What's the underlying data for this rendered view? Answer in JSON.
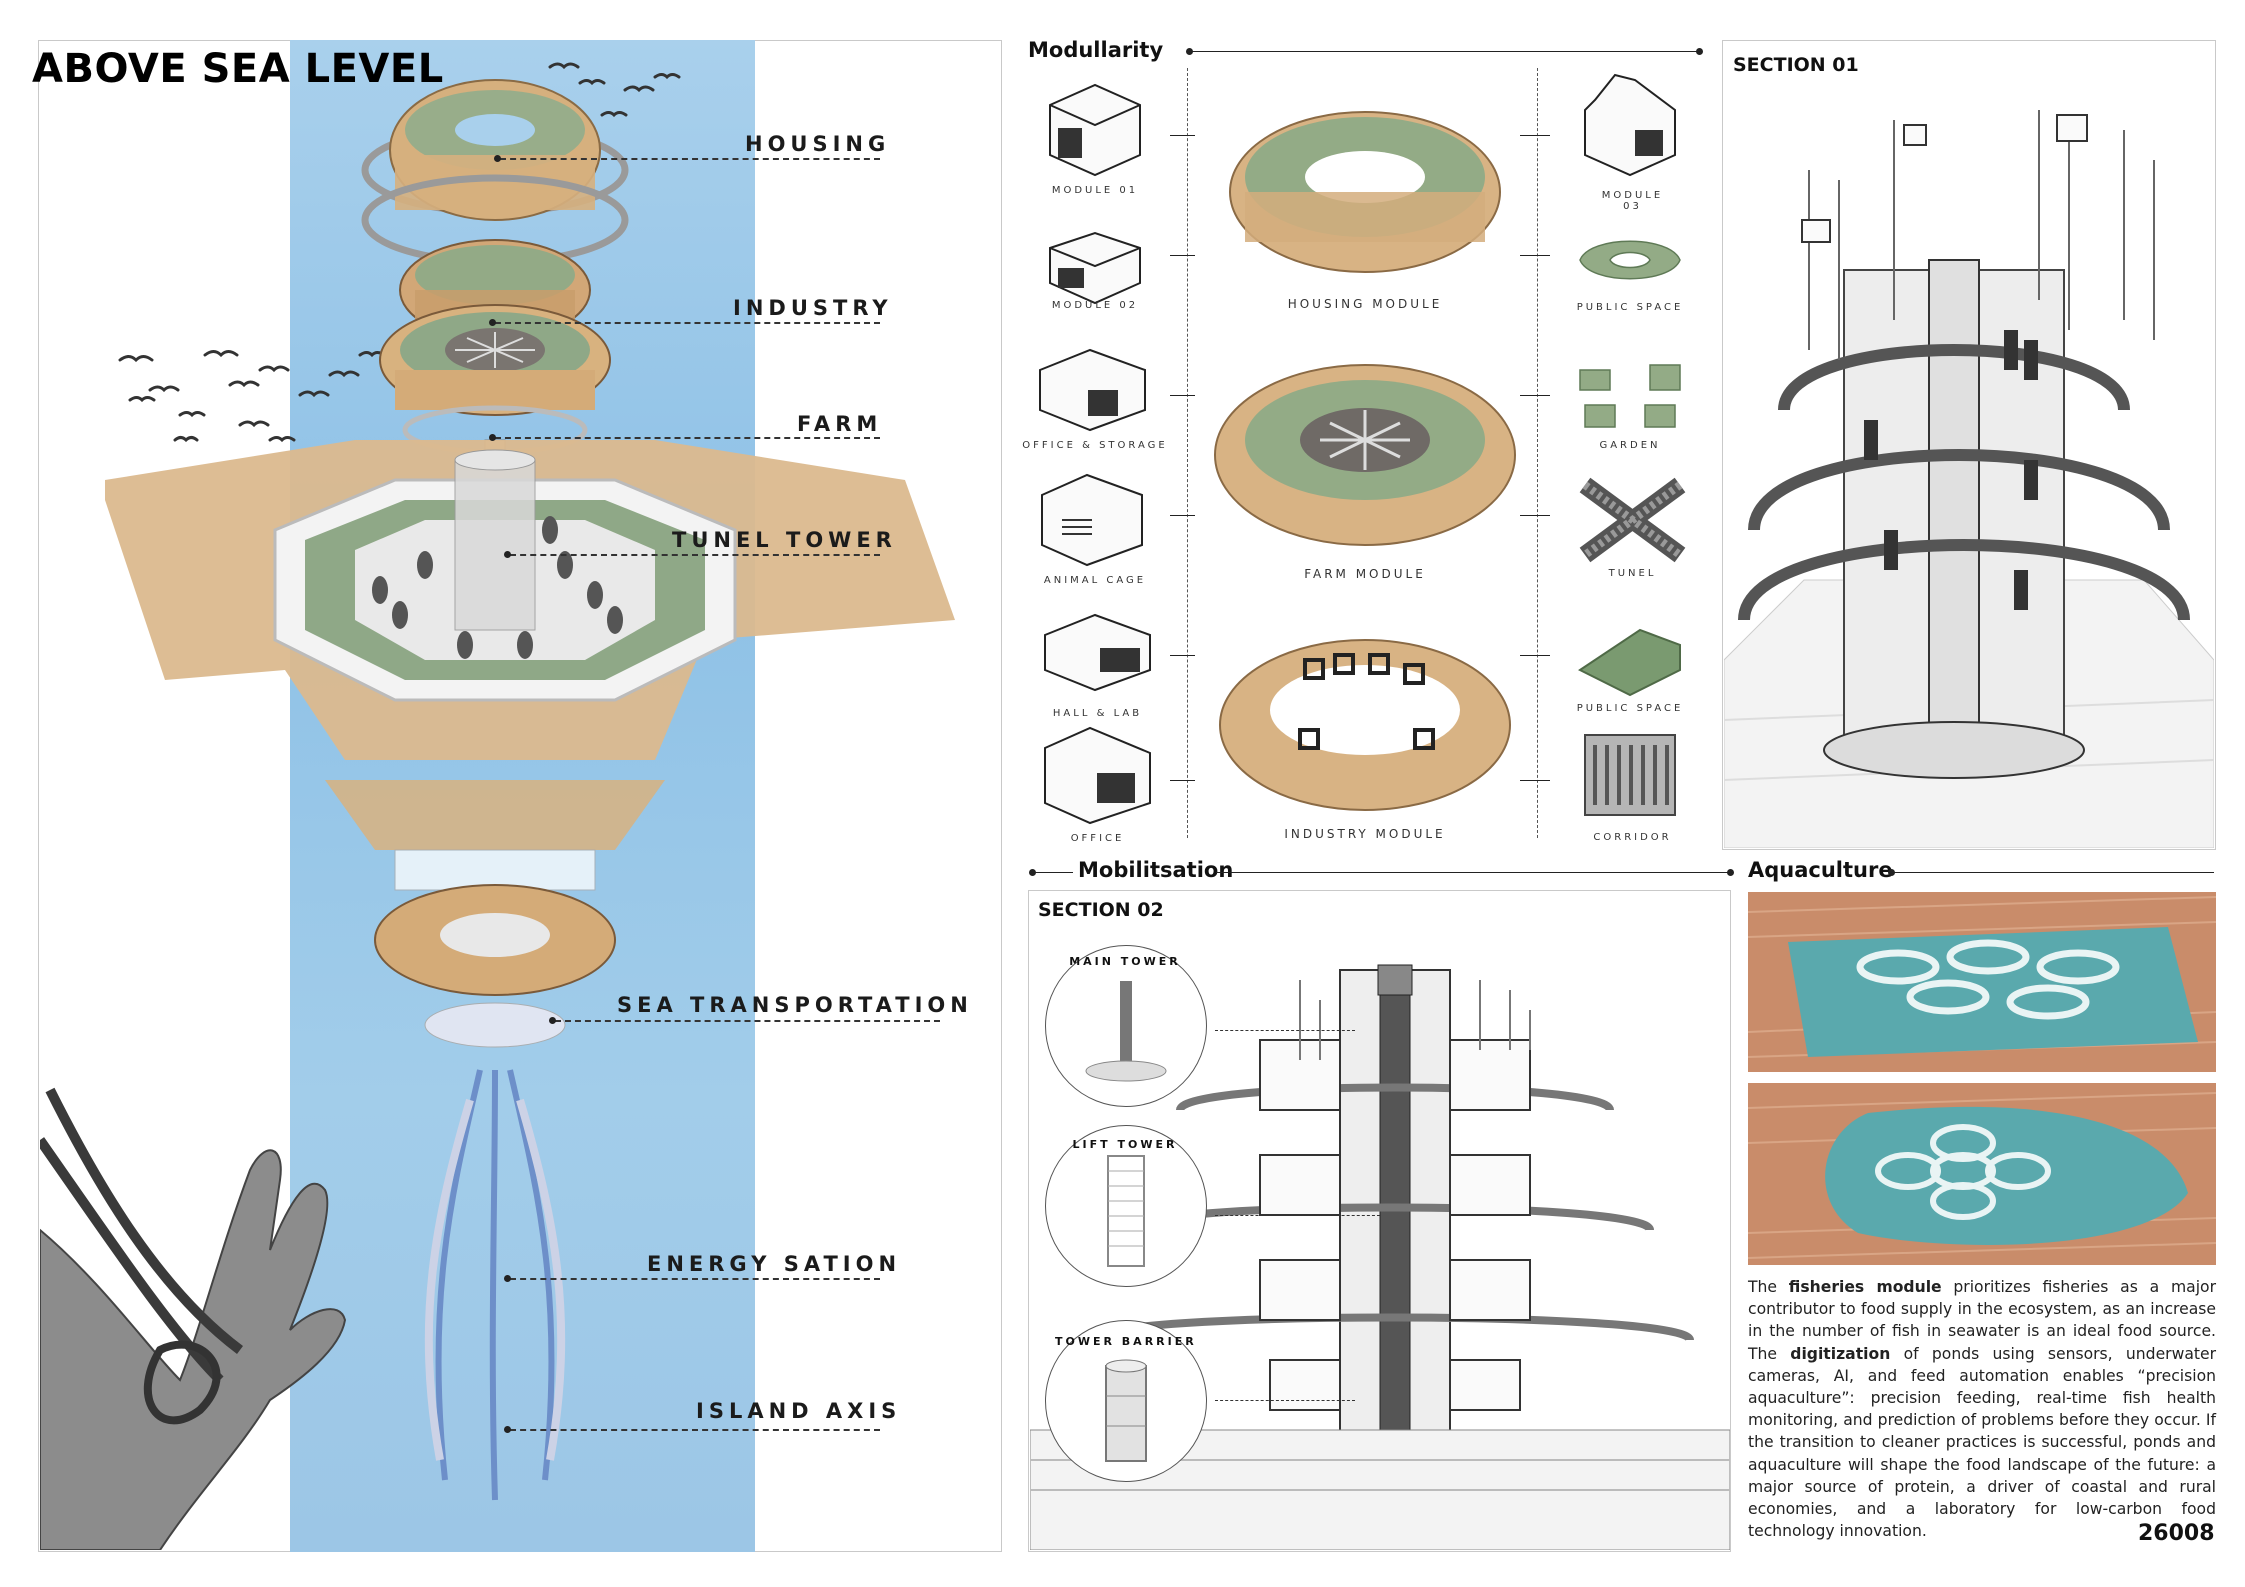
{
  "title": "ABOVE SEA LEVEL",
  "axis_labels": {
    "housing": "HOUSING",
    "industry": "INDUSTRY",
    "farm": "FARM",
    "tunel_tower": "TUNEL TOWER",
    "sea_transportation": "SEA TRANSPORTATION",
    "energy_sation": "ENERGY SATION",
    "island_axis": "ISLAND AXIS"
  },
  "modularity": {
    "heading": "Modullarity",
    "module_01": "MODULE 01",
    "module_02": "MODULE 02",
    "module_03": "MODULE 03",
    "housing_module": "HOUSING MODULE",
    "public_space_1": "PUBLIC SPACE",
    "office_storage": "OFFICE & STORAGE",
    "animal_cage": "ANIMAL CAGE",
    "farm_module": "FARM MODULE",
    "garden": "GARDEN",
    "tunel": "TUNEL",
    "hall_lab": "HALL & LAB",
    "office": "OFFICE",
    "industry_module": "INDUSTRY MODULE",
    "public_space_2": "PUBLIC SPACE",
    "corridor": "CORRIDOR"
  },
  "section01": {
    "heading": "SECTION 01"
  },
  "mobilization": {
    "heading": "Mobilitsation",
    "section02": "SECTION 02",
    "main_tower": "MAIN TOWER",
    "lift_tower": "LIFT TOWER",
    "tower_barrier": "TOWER BARRIER"
  },
  "aquaculture": {
    "heading": "Aquaculture",
    "p_start": "The ",
    "p_bold1": "fisheries module",
    "p_mid": " prioritizes fisheries as a major contributor to food supply in the ecosystem, as an increase in the number of fish in seawater is an ideal food source. The ",
    "p_bold2": "digitization",
    "p_end": " of ponds using sensors, underwater cameras, AI, and feed automation enables “precision aquaculture”: precision feeding, real-time fish health monitoring, and prediction of problems before they occur. If the transition to cleaner practices is successful, ponds and aquaculture will shape the food landscape of the future: a major source of protein, a driver of coastal and rural economies, and a laboratory for low-carbon food technology innovation."
  },
  "sheet_number": "26008",
  "colors": {
    "sea": "#9cc8e8",
    "timber": "#dcb78a",
    "green_roof": "#8fa887",
    "water": "#5aa9ad",
    "deck": "#c98c6a"
  }
}
